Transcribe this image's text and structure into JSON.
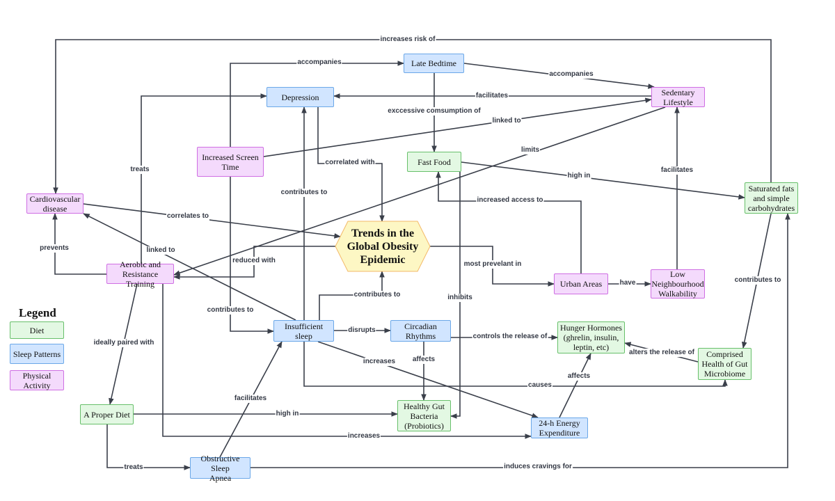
{
  "diagram": {
    "title": "Trends in the Global Obesity Epidemic",
    "colors": {
      "diet_fill": "#e3f8e3",
      "diet_border": "#67bf6a",
      "sleep_fill": "#d1e5ff",
      "sleep_border": "#6aa7e8",
      "physical_fill": "#f4dafc",
      "physical_border": "#cf6ee3",
      "central_fill": "#fdf7c4",
      "central_border": "#f3b968",
      "edge": "#3a3f4a"
    },
    "legend": {
      "title": "Legend",
      "items": [
        {
          "label": "Diet",
          "category": "diet"
        },
        {
          "label": "Sleep Patterns",
          "category": "sleep"
        },
        {
          "label": "Physical Activity",
          "category": "phys"
        }
      ]
    },
    "nodes": {
      "central": {
        "label": "Trends in the\nGlobal Obesity\nEpidemic",
        "category": "central"
      },
      "late_bedtime": {
        "label": "Late Bedtime",
        "category": "sleep"
      },
      "depression": {
        "label": "Depression",
        "category": "sleep"
      },
      "sedentary": {
        "label": "Sedentary\nLifestyle",
        "category": "phys"
      },
      "screen_time": {
        "label": "Increased Screen\nTime",
        "category": "phys"
      },
      "fast_food": {
        "label": "Fast Food",
        "category": "diet"
      },
      "sat_fats": {
        "label": "Saturated fats\nand simple\ncarbohydrates",
        "category": "diet"
      },
      "cardio": {
        "label": "Cardiovascular\ndisease",
        "category": "phys"
      },
      "aerobic": {
        "label": "Aerobic and\nResistance Training",
        "category": "phys"
      },
      "urban": {
        "label": "Urban Areas",
        "category": "phys"
      },
      "walkability": {
        "label": "Low\nNeighbourhood\nWalkability",
        "category": "phys"
      },
      "insufficient_sleep": {
        "label": "Insufficient sleep",
        "category": "sleep"
      },
      "circadian": {
        "label": "Circadian\nRhythms",
        "category": "sleep"
      },
      "hunger_hormones": {
        "label": "Hunger Hormones\n(ghrelin, insulin,\nleptin, etc)",
        "category": "diet"
      },
      "gut_microbiome": {
        "label": "Comprised\nHealth of Gut\nMicrobiome",
        "category": "diet"
      },
      "proper_diet": {
        "label": "A Proper Diet",
        "category": "diet"
      },
      "gut_bacteria": {
        "label": "Healthy Gut\nBacteria\n(Probiotics)",
        "category": "diet"
      },
      "energy": {
        "label": "24-h Energy\nExpenditure",
        "category": "sleep"
      },
      "osa": {
        "label": "Obstructive Sleep\nApnea",
        "category": "sleep"
      }
    },
    "edges": [
      {
        "id": "e1",
        "from": "sat_fats",
        "to": "cardio",
        "label": "increases risk of"
      },
      {
        "id": "e2",
        "from": "screen_time",
        "to": "late_bedtime",
        "label": "accompanies"
      },
      {
        "id": "e3",
        "from": "late_bedtime",
        "to": "sedentary",
        "label": "accompanies"
      },
      {
        "id": "e4",
        "from": "sedentary",
        "to": "depression",
        "label": "facilitates"
      },
      {
        "id": "e5",
        "from": "late_bedtime",
        "to": "fast_food",
        "label": "exccessive comsumption of"
      },
      {
        "id": "e6",
        "from": "screen_time",
        "to": "sedentary",
        "label": "linked to"
      },
      {
        "id": "e7",
        "from": "sedentary",
        "to": "aerobic",
        "label": "limits"
      },
      {
        "id": "e8",
        "from": "aerobic",
        "to": "depression",
        "label": "treats"
      },
      {
        "id": "e9",
        "from": "depression",
        "to": "central",
        "label": "correlated with"
      },
      {
        "id": "e10",
        "from": "fast_food",
        "to": "sat_fats",
        "label": "high in"
      },
      {
        "id": "e11",
        "from": "walkability",
        "to": "sedentary",
        "label": "facilitates"
      },
      {
        "id": "e12",
        "from": "insufficient_sleep",
        "to": "depression",
        "label": "contributes to"
      },
      {
        "id": "e13",
        "from": "urban",
        "to": "fast_food",
        "label": "increased access to"
      },
      {
        "id": "e14",
        "from": "cardio",
        "to": "central",
        "label": "correlates to"
      },
      {
        "id": "e15",
        "from": "aerobic",
        "to": "cardio",
        "label": "prevents"
      },
      {
        "id": "e16",
        "from": "insufficient_sleep",
        "to": "cardio",
        "label": "linked to"
      },
      {
        "id": "e17",
        "from": "central",
        "to": "aerobic",
        "label": "reduced with"
      },
      {
        "id": "e18",
        "from": "central",
        "to": "urban",
        "label": "most prevelant in"
      },
      {
        "id": "e19",
        "from": "urban",
        "to": "walkability",
        "label": "have"
      },
      {
        "id": "e20",
        "from": "sat_fats",
        "to": "gut_microbiome",
        "label": "contributes to"
      },
      {
        "id": "e21",
        "from": "insufficient_sleep",
        "to": "central",
        "label": "contributes to"
      },
      {
        "id": "e22",
        "from": "fast_food",
        "to": "gut_bacteria",
        "label": "inhibits"
      },
      {
        "id": "e23",
        "from": "screen_time",
        "to": "insufficient_sleep",
        "label": "contributes to"
      },
      {
        "id": "e24",
        "from": "insufficient_sleep",
        "to": "circadian",
        "label": "disrupts"
      },
      {
        "id": "e25",
        "from": "circadian",
        "to": "hunger_hormones",
        "label": "controls the release of"
      },
      {
        "id": "e26",
        "from": "gut_microbiome",
        "to": "hunger_hormones",
        "label": "alters the release of"
      },
      {
        "id": "e27",
        "from": "aerobic",
        "to": "proper_diet",
        "label": "ideally paired with"
      },
      {
        "id": "e28",
        "from": "insufficient_sleep",
        "to": "energy",
        "label": "increases"
      },
      {
        "id": "e29",
        "from": "circadian",
        "to": "gut_bacteria",
        "label": "affects"
      },
      {
        "id": "e30",
        "from": "energy",
        "to": "hunger_hormones",
        "label": "affects"
      },
      {
        "id": "e31",
        "from": "insufficient_sleep",
        "to": "gut_microbiome",
        "label": "causes"
      },
      {
        "id": "e32",
        "from": "osa",
        "to": "insufficient_sleep",
        "label": "facilitates"
      },
      {
        "id": "e33",
        "from": "proper_diet",
        "to": "gut_bacteria",
        "label": "high in"
      },
      {
        "id": "e34",
        "from": "aerobic",
        "to": "energy",
        "label": "increases"
      },
      {
        "id": "e35",
        "from": "proper_diet",
        "to": "osa",
        "label": "treats"
      },
      {
        "id": "e36",
        "from": "osa",
        "to": "sat_fats",
        "label": "induces cravings for"
      }
    ]
  }
}
